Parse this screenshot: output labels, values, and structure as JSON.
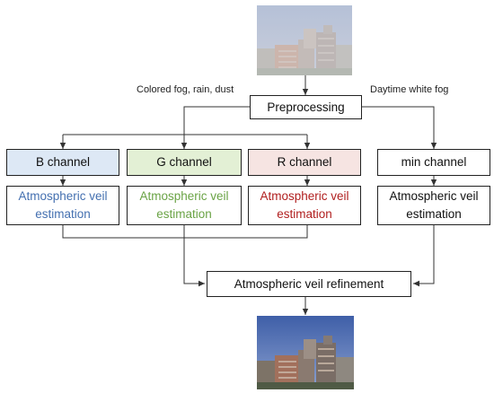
{
  "diagram": {
    "images": {
      "input": {
        "icon": "hazy-city-photo"
      },
      "output": {
        "icon": "dehazed-city-photo"
      }
    },
    "nodes": {
      "preprocessing": "Preprocessing",
      "b_channel": "B channel",
      "g_channel": "G channel",
      "r_channel": "R channel",
      "min_channel": "min channel",
      "veil_b": "Atmospheric veil estimation",
      "veil_g": "Atmospheric veil estimation",
      "veil_r": "Atmospheric veil estimation",
      "veil_min": "Atmospheric veil estimation",
      "refinement": "Atmospheric veil refinement"
    },
    "edge_labels": {
      "left": "Colored fog, rain, dust",
      "right": "Daytime white fog"
    },
    "colors": {
      "b_box_fill": "#dde8f5",
      "g_box_fill": "#e3f0d5",
      "r_box_fill": "#f6e4e2",
      "b_text": "#4470b0",
      "g_text": "#6aa345",
      "r_text": "#b01e1e",
      "min_text": "#111111"
    }
  }
}
